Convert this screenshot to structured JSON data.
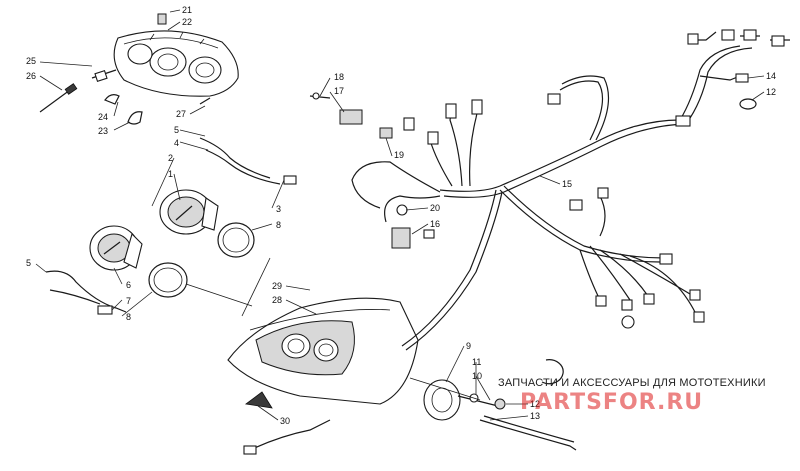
{
  "callouts": [
    {
      "id": "c21",
      "text": "21"
    },
    {
      "id": "c22",
      "text": "22"
    },
    {
      "id": "c25",
      "text": "25"
    },
    {
      "id": "c26",
      "text": "26"
    },
    {
      "id": "c24",
      "text": "24"
    },
    {
      "id": "c23",
      "text": "23"
    },
    {
      "id": "c27",
      "text": "27"
    },
    {
      "id": "c5a",
      "text": "5"
    },
    {
      "id": "c4",
      "text": "4"
    },
    {
      "id": "c2",
      "text": "2"
    },
    {
      "id": "c1",
      "text": "1"
    },
    {
      "id": "c3",
      "text": "3"
    },
    {
      "id": "c8a",
      "text": "8"
    },
    {
      "id": "c5b",
      "text": "5"
    },
    {
      "id": "c6",
      "text": "6"
    },
    {
      "id": "c7",
      "text": "7"
    },
    {
      "id": "c8b",
      "text": "8"
    },
    {
      "id": "c29",
      "text": "29"
    },
    {
      "id": "c28",
      "text": "28"
    },
    {
      "id": "c30",
      "text": "30"
    },
    {
      "id": "c18",
      "text": "18"
    },
    {
      "id": "c17",
      "text": "17"
    },
    {
      "id": "c19",
      "text": "19"
    },
    {
      "id": "c20",
      "text": "20"
    },
    {
      "id": "c16",
      "text": "16"
    },
    {
      "id": "c15",
      "text": "15"
    },
    {
      "id": "c14",
      "text": "14"
    },
    {
      "id": "c12a",
      "text": "12"
    },
    {
      "id": "c9",
      "text": "9"
    },
    {
      "id": "c11",
      "text": "11"
    },
    {
      "id": "c10",
      "text": "10"
    },
    {
      "id": "c12b",
      "text": "12"
    },
    {
      "id": "c13",
      "text": "13"
    }
  ],
  "watermark": {
    "caption": "ЗАПЧАСТИ И АКСЕССУАРЫ ДЛЯ МОТОТЕХНИКИ",
    "logo": "PARTSFOR.RU"
  }
}
